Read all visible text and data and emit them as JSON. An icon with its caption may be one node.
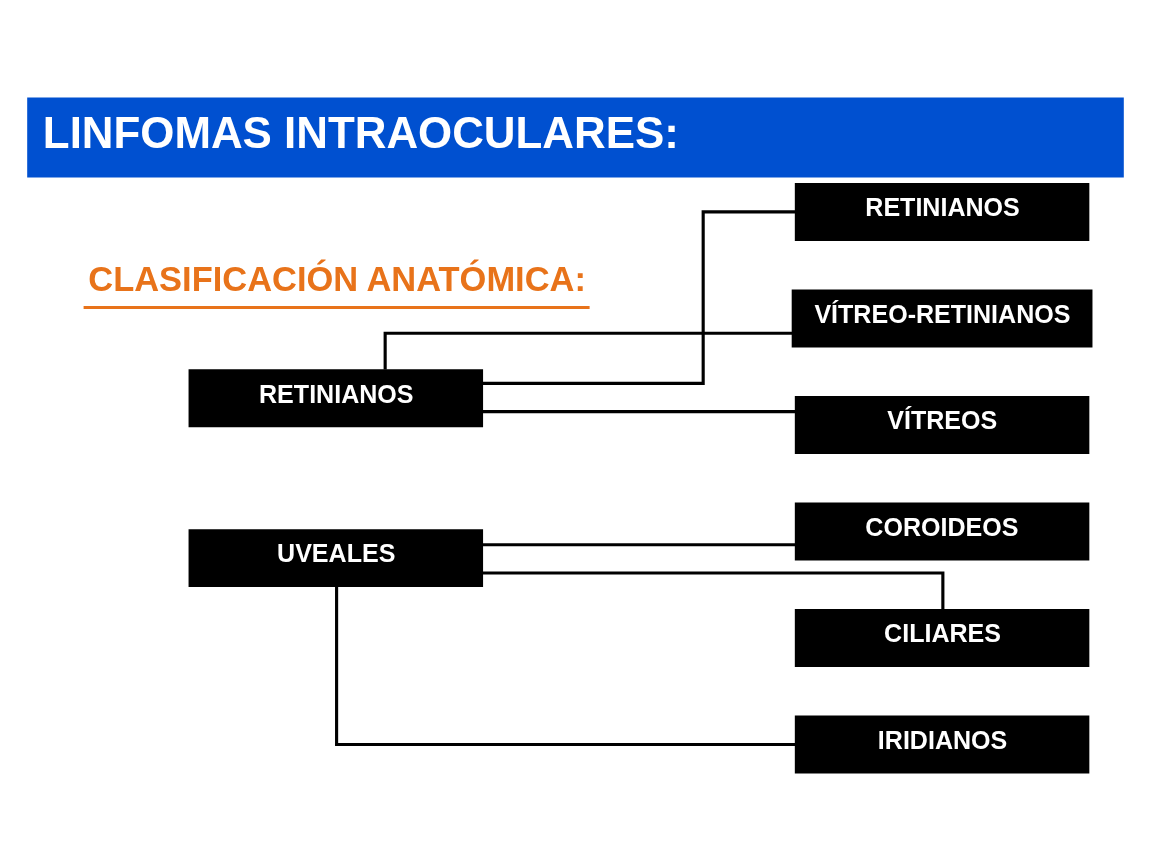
{
  "diagram": {
    "title": "LINFOMAS INTRAOCULARES:",
    "nodes": [
      {
        "text": [
          "RETINIANOS"
        ]
      },
      {
        "text": [
          "RETINIANOS"
        ]
      },
      {
        "text": [
          "VÍTREO-RETINIANOS"
        ]
      },
      {
        "text": [
          "VÍTREOS"
        ]
      },
      {
        "text": [
          "UVEALES"
        ]
      },
      {
        "text": [
          "COROIDEOS"
        ]
      },
      {
        "text": [
          "CILIARES"
        ]
      },
      {
        "text": [
          "IRIDIANOS"
        ]
      }
    ],
    "edges": [
      {
        "from": 0,
        "to": 1,
        "arrow": "none"
      },
      {
        "from": 0,
        "to": 2,
        "arrow": "none"
      },
      {
        "from": 0,
        "to": 3,
        "arrow": "none"
      },
      {
        "from": 4,
        "to": 5,
        "arrow": "none"
      },
      {
        "from": 4,
        "to": 6,
        "arrow": "none"
      },
      {
        "from": 4,
        "to": 7,
        "arrow": "none"
      }
    ],
    "labels": [
      "CLASIFICACIÓN ANATÓMICA:"
    ]
  }
}
